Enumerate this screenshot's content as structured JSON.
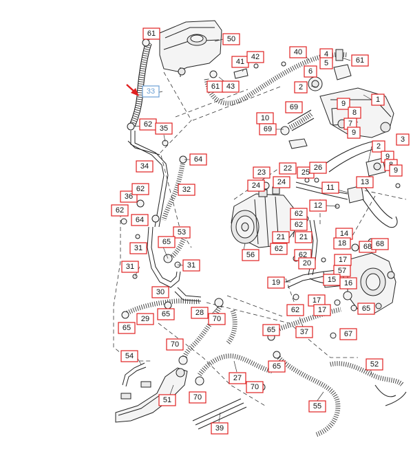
{
  "diagram": {
    "callouts": [
      {
        "id": "61a",
        "text": "61"
      },
      {
        "id": "50",
        "text": "50"
      },
      {
        "id": "33",
        "text": "33",
        "highlight": true
      },
      {
        "id": "62a",
        "text": "62"
      },
      {
        "id": "35",
        "text": "35"
      },
      {
        "id": "34",
        "text": "34"
      },
      {
        "id": "64a",
        "text": "64"
      },
      {
        "id": "32",
        "text": "32"
      },
      {
        "id": "41",
        "text": "41"
      },
      {
        "id": "42",
        "text": "42"
      },
      {
        "id": "61b",
        "text": "61"
      },
      {
        "id": "43",
        "text": "43"
      },
      {
        "id": "40",
        "text": "40"
      },
      {
        "id": "4",
        "text": "4"
      },
      {
        "id": "61c",
        "text": "61"
      },
      {
        "id": "5",
        "text": "5"
      },
      {
        "id": "6",
        "text": "6"
      },
      {
        "id": "2a",
        "text": "2"
      },
      {
        "id": "1",
        "text": "1"
      },
      {
        "id": "69a",
        "text": "69"
      },
      {
        "id": "9a",
        "text": "9"
      },
      {
        "id": "8a",
        "text": "8"
      },
      {
        "id": "10",
        "text": "10"
      },
      {
        "id": "69b",
        "text": "69"
      },
      {
        "id": "7",
        "text": "7"
      },
      {
        "id": "9b",
        "text": "9"
      },
      {
        "id": "3",
        "text": "3"
      },
      {
        "id": "2b",
        "text": "2"
      },
      {
        "id": "9c",
        "text": "9"
      },
      {
        "id": "8b",
        "text": "8"
      },
      {
        "id": "9d",
        "text": "9"
      },
      {
        "id": "23",
        "text": "23"
      },
      {
        "id": "22",
        "text": "22"
      },
      {
        "id": "25",
        "text": "25"
      },
      {
        "id": "26",
        "text": "26"
      },
      {
        "id": "24a",
        "text": "24"
      },
      {
        "id": "24b",
        "text": "24"
      },
      {
        "id": "11",
        "text": "11"
      },
      {
        "id": "13",
        "text": "13"
      },
      {
        "id": "36",
        "text": "36"
      },
      {
        "id": "62b",
        "text": "62"
      },
      {
        "id": "62c",
        "text": "62"
      },
      {
        "id": "64b",
        "text": "64"
      },
      {
        "id": "62d",
        "text": "62"
      },
      {
        "id": "12",
        "text": "12"
      },
      {
        "id": "62e",
        "text": "62"
      },
      {
        "id": "53",
        "text": "53"
      },
      {
        "id": "65a",
        "text": "65"
      },
      {
        "id": "31a",
        "text": "31"
      },
      {
        "id": "21a",
        "text": "21"
      },
      {
        "id": "21b",
        "text": "21"
      },
      {
        "id": "14",
        "text": "14"
      },
      {
        "id": "18",
        "text": "18"
      },
      {
        "id": "68a",
        "text": "68"
      },
      {
        "id": "68b",
        "text": "68"
      },
      {
        "id": "56",
        "text": "56"
      },
      {
        "id": "62f",
        "text": "62"
      },
      {
        "id": "62g",
        "text": "62"
      },
      {
        "id": "17a",
        "text": "17"
      },
      {
        "id": "20",
        "text": "20"
      },
      {
        "id": "31b",
        "text": "31"
      },
      {
        "id": "31c",
        "text": "31"
      },
      {
        "id": "57",
        "text": "57"
      },
      {
        "id": "19",
        "text": "19"
      },
      {
        "id": "15",
        "text": "15"
      },
      {
        "id": "16",
        "text": "16"
      },
      {
        "id": "30",
        "text": "30"
      },
      {
        "id": "17b",
        "text": "17"
      },
      {
        "id": "62h",
        "text": "62"
      },
      {
        "id": "17c",
        "text": "17"
      },
      {
        "id": "65b",
        "text": "65"
      },
      {
        "id": "29",
        "text": "29"
      },
      {
        "id": "65c",
        "text": "65"
      },
      {
        "id": "28",
        "text": "28"
      },
      {
        "id": "70a",
        "text": "70"
      },
      {
        "id": "65d",
        "text": "65"
      },
      {
        "id": "65e",
        "text": "65"
      },
      {
        "id": "37",
        "text": "37"
      },
      {
        "id": "67",
        "text": "67"
      },
      {
        "id": "70b",
        "text": "70"
      },
      {
        "id": "54",
        "text": "54"
      },
      {
        "id": "52",
        "text": "52"
      },
      {
        "id": "27",
        "text": "27"
      },
      {
        "id": "65f",
        "text": "65"
      },
      {
        "id": "70c",
        "text": "70"
      },
      {
        "id": "51",
        "text": "51"
      },
      {
        "id": "70d",
        "text": "70"
      },
      {
        "id": "55",
        "text": "55"
      },
      {
        "id": "39",
        "text": "39"
      }
    ]
  }
}
